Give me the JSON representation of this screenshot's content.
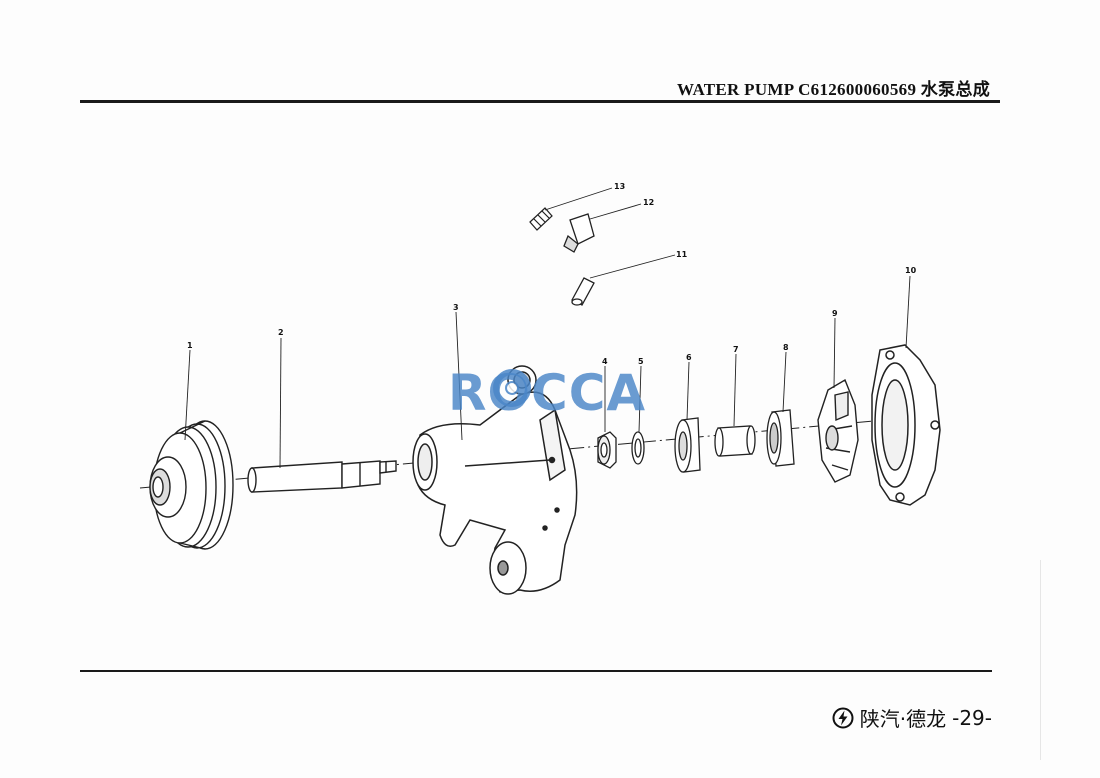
{
  "header": {
    "title": "WATER PUMP C612600060569  水泵总成"
  },
  "footer": {
    "brand": "陕汽·德龙",
    "page_number": "-29-"
  },
  "watermark": {
    "text": "ROCCA"
  },
  "diagram": {
    "callouts": [
      "1",
      "2",
      "3",
      "4",
      "5",
      "6",
      "7",
      "8",
      "9",
      "10",
      "11",
      "12",
      "13"
    ]
  }
}
